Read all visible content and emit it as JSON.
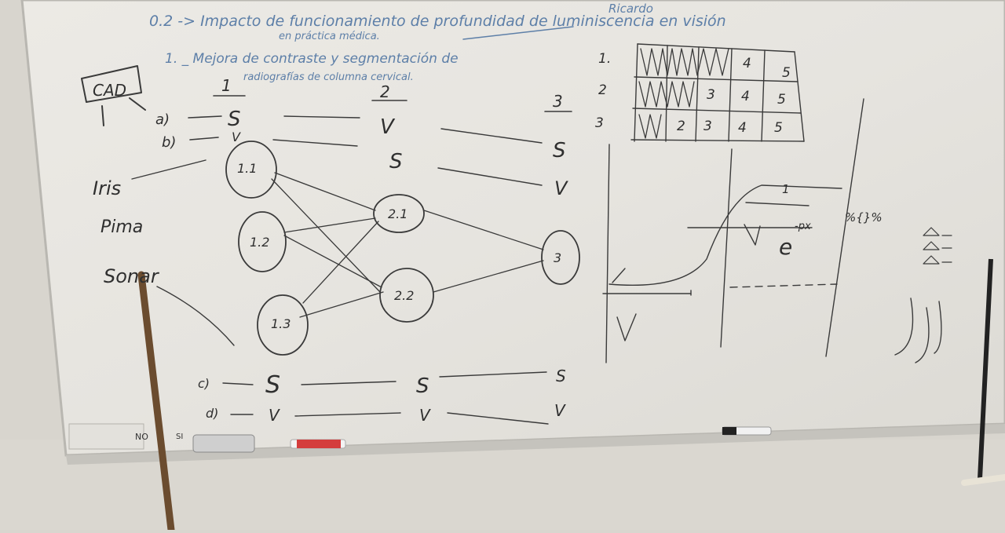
{
  "header": {
    "line1": "0.2 -> Impacto de funcionamiento de profundidad de luminiscencia en visión",
    "line1b": "en práctica médica.",
    "line2": "1. _ Mejora de contraste y segmentación de",
    "line2b": "radiografías de columna cervical.",
    "name": "Ricardo"
  },
  "left": {
    "cad": "CAD",
    "a": "a)",
    "b": "b)",
    "datasets": [
      "Iris",
      "Pima",
      "Sonar"
    ],
    "layer_titles": [
      "1",
      "2",
      "3"
    ]
  },
  "network": {
    "letters_col1": [
      "S",
      "V"
    ],
    "letters_col2": [
      "V",
      "S"
    ],
    "letters_col3": [
      "S",
      "V"
    ],
    "nodes": [
      "1.1",
      "1.2",
      "1.3",
      "2.1",
      "2.2",
      "3"
    ]
  },
  "bottom_rows": {
    "labels": [
      "c)",
      "d)"
    ],
    "row_c": [
      "S",
      "S",
      "S"
    ],
    "row_d": [
      "V",
      "V",
      "V"
    ]
  },
  "table": {
    "row_labels": [
      "1.",
      "2",
      "3"
    ],
    "rows": [
      [
        "",
        "",
        "",
        "4",
        "5"
      ],
      [
        "",
        "",
        "3",
        "4",
        "5"
      ],
      [
        "",
        "2",
        "3",
        "4",
        "5"
      ]
    ]
  },
  "graph": {
    "label_pct": "%{}%",
    "label_exp": "-px",
    "label_e": "e",
    "label_1": "1"
  },
  "tray": {
    "no": "NO",
    "si": "SI"
  }
}
